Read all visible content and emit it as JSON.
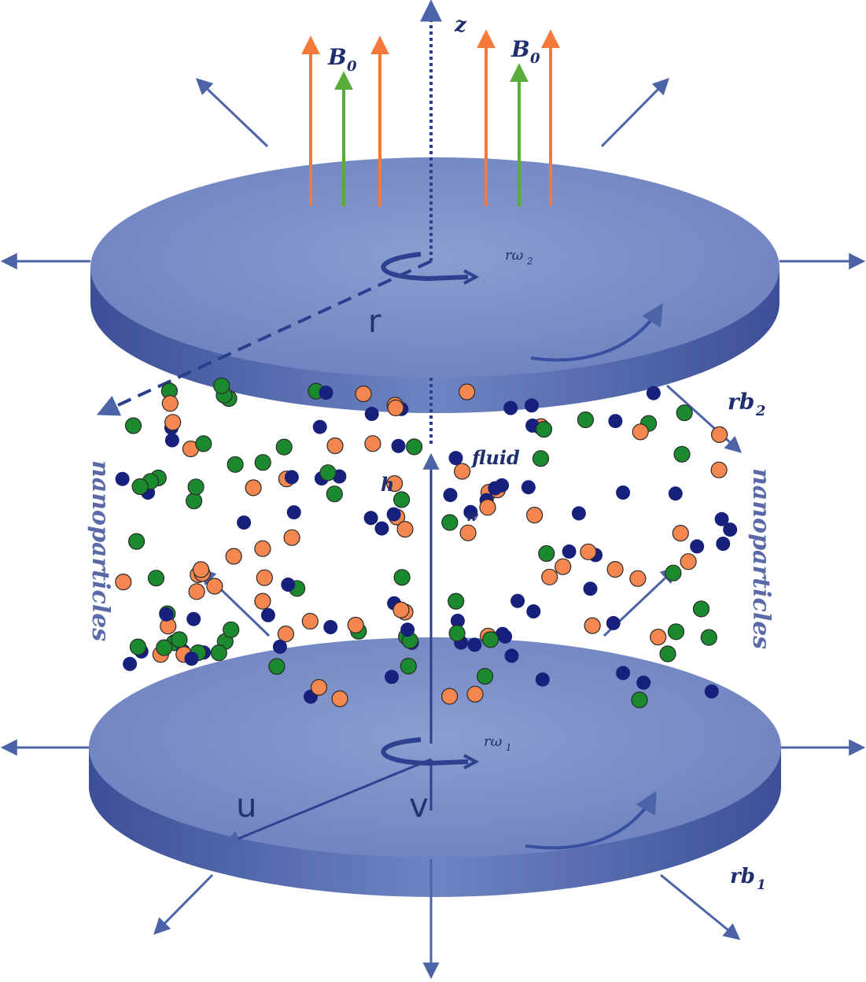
{
  "labels": {
    "z_axis": "z",
    "b0": "B",
    "b0_sub": "0",
    "r_omega2": "rω",
    "r_omega2_sub": "2",
    "r": "r",
    "rb2": "rb",
    "rb2_sub": "2",
    "fluid": "fluid",
    "h": "h",
    "w": "w",
    "nanoparticles": "nanoparticles",
    "r_omega1": "rω",
    "r_omega1_sub": "1",
    "u": "u",
    "v": "v",
    "rb1": "rb",
    "rb1_sub": "1"
  },
  "colors": {
    "disk_top": "#7e92c7",
    "disk_rim": "#4c5fa8",
    "arrow_blue": "#4d63a8",
    "field_orange": "#f47a3c",
    "field_green": "#58ad3a",
    "particle_navy": "#17207a",
    "particle_green": "#1b8a2e",
    "particle_orange": "#f4874f"
  },
  "icons": {
    "rotation_top": "rotation-arrow-icon",
    "rotation_bottom": "rotation-arrow-icon"
  }
}
